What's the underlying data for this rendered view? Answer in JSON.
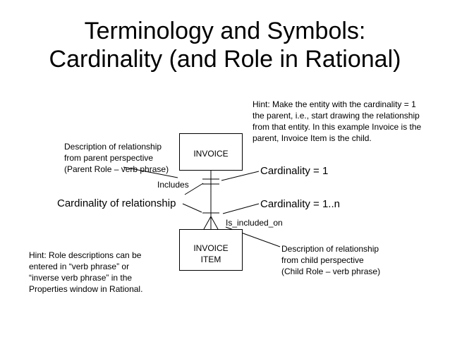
{
  "title": {
    "line1": "Terminology and Symbols:",
    "line2": "Cardinality (and Role in Rational)"
  },
  "hint_top": [
    "Hint: Make the entity with the cardinality = 1",
    "the parent, i.e., start drawing the relationship",
    "from that entity.  In this example Invoice is the",
    "parent, Invoice Item is the child."
  ],
  "parent_desc": [
    "Description of relationship",
    "from parent perspective",
    "(Parent Role – verb phrase)"
  ],
  "entities": {
    "invoice": "INVOICE",
    "invoice_item_line1": "INVOICE",
    "invoice_item_line2": "ITEM"
  },
  "cardinality_1": "Cardinality = 1",
  "includes": "Includes",
  "cardinality_of_relationship": "Cardinality of relationship",
  "cardinality_1n": "Cardinality = 1..n",
  "is_included_on": "Is_included_on",
  "hint_bottom": [
    "Hint: Role descriptions can be",
    "entered in “verb phrase”  or",
    "“inverse verb phrase” in the",
    "Properties window in Rational."
  ],
  "child_desc": [
    "Description of relationship",
    "from child perspective",
    "(Child Role – verb phrase)"
  ]
}
